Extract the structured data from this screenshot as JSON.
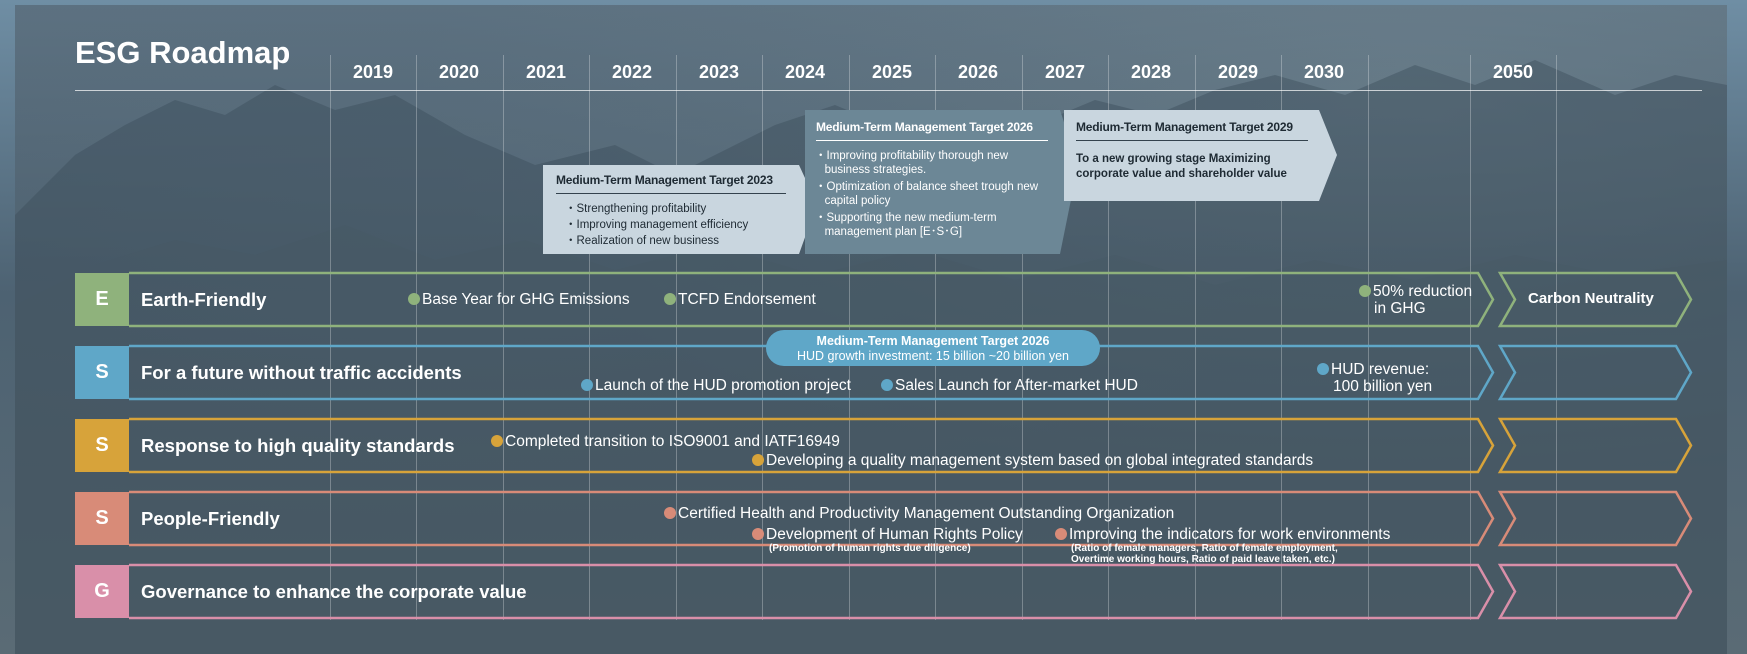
{
  "title": "ESG Roadmap",
  "years": [
    "2019",
    "2020",
    "2021",
    "2022",
    "2023",
    "2024",
    "2025",
    "2026",
    "2027",
    "2028",
    "2029",
    "2030",
    "2050"
  ],
  "targets": {
    "t2023": {
      "title": "Medium-Term Management Target 2023",
      "items": [
        "・Strengthening profitability",
        "・Improving management efficiency",
        "・Realization of new business"
      ]
    },
    "t2026": {
      "title": "Medium-Term Management Target 2026",
      "items": [
        "・Improving profitability thorough new",
        "   business strategies.",
        "・Optimization of balance sheet trough new",
        "   capital policy",
        "・Supporting the new medium-term",
        "   management plan [E･S･G]"
      ]
    },
    "t2029": {
      "title": "Medium-Term Management Target 2029",
      "lines": [
        "To a new growing stage Maximizing",
        "corporate value and shareholder value"
      ]
    }
  },
  "colors": {
    "E": "#8fb27c",
    "S1": "#5fa7c8",
    "S2": "#d7a33a",
    "S3": "#d88b78",
    "G": "#d98fa9"
  },
  "lanes": {
    "earth": {
      "badge": "E",
      "label": "Earth-Friendly",
      "events": [
        "Base Year for GHG Emissions",
        "TCFD Endorsement"
      ],
      "reduction": [
        "50% reduction",
        "in GHG"
      ],
      "goal": "Carbon Neutrality"
    },
    "traffic": {
      "badge": "S",
      "label": "For a future without traffic accidents",
      "pill": [
        "Medium-Term Management Target 2026",
        "HUD growth investment: 15 billion ~20 billion yen"
      ],
      "events": [
        "Launch of the HUD promotion project",
        "Sales Launch for After-market HUD"
      ],
      "revenue": [
        "HUD revenue:",
        "100 billion yen"
      ]
    },
    "quality": {
      "badge": "S",
      "label": "Response to high quality standards",
      "events": [
        "Completed transition to ISO9001 and IATF16949",
        "Developing a quality management system based on global integrated standards"
      ]
    },
    "people": {
      "badge": "S",
      "label": "People-Friendly",
      "events": [
        "Certified Health and Productivity Management Outstanding Organization",
        "Development of Human Rights Policy",
        "Improving the indicators for work environments"
      ],
      "notes": [
        "(Promotion of human rights due diligence)",
        "(Ratio of female managers, Ratio of female employment,",
        "Overtime working hours, Ratio of paid leave taken, etc.)"
      ]
    },
    "gov": {
      "badge": "G",
      "label": "Governance to enhance the corporate value"
    }
  }
}
